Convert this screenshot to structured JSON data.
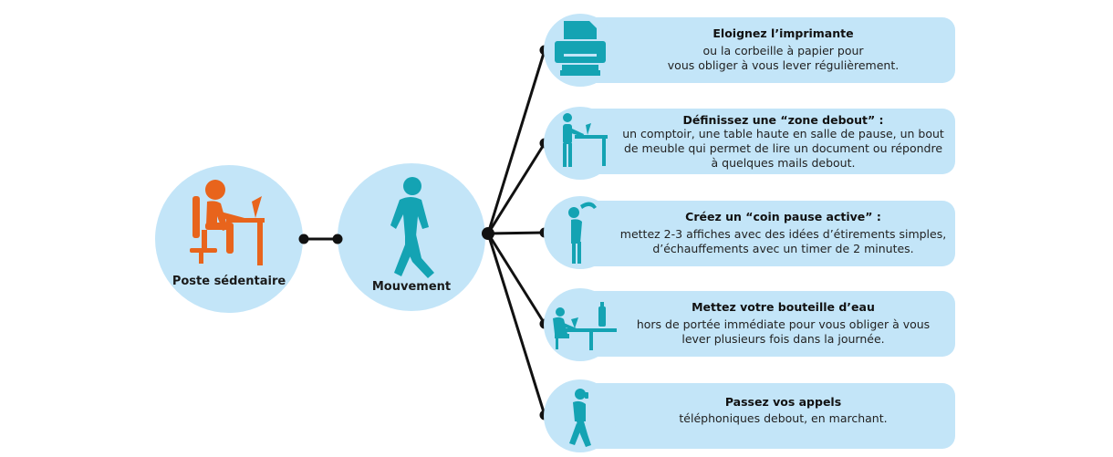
{
  "nodes": {
    "sedentary": {
      "label": "Poste sédentaire"
    },
    "movement": {
      "label": "Mouvement"
    }
  },
  "tips": [
    {
      "title": "Eloignez l’imprimante",
      "desc": "ou la corbeille à papier pour\nvous obliger à vous lever régulièrement.",
      "icon": "printer-icon"
    },
    {
      "title": "Définissez une “zone debout” :",
      "desc": "un comptoir, une table haute en salle de pause, un bout\nde meuble qui permet de lire un document ou répondre\nà quelques mails debout.",
      "icon": "standing-desk-icon"
    },
    {
      "title": "Créez un “coin pause active” :",
      "desc": "mettez 2-3 affiches avec des idées d’étirements simples,\nd’échauffements avec un timer de 2 minutes.",
      "icon": "stretching-person-icon"
    },
    {
      "title": "Mettez votre bouteille d’eau",
      "desc": "hors de portée immédiate pour vous obliger à vous\nlever plusieurs fois dans la journée.",
      "icon": "desk-water-bottle-icon"
    },
    {
      "title": "Passez vos appels",
      "desc": "téléphoniques debout, en marchant.",
      "icon": "walking-phone-icon"
    }
  ],
  "colors": {
    "light_blue": "#c3e5f8",
    "orange": "#e8641c",
    "teal": "#14a3b3",
    "line": "#111111"
  }
}
